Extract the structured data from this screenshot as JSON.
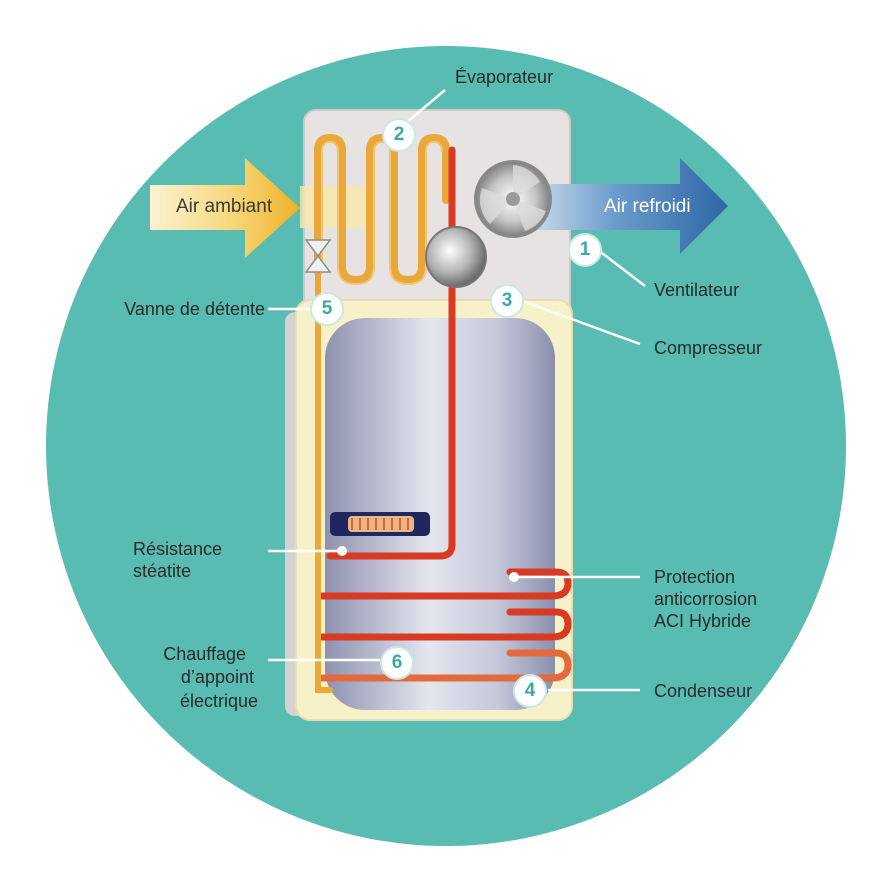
{
  "arrows": {
    "in_label": "Air ambiant",
    "out_label": "Air refroidi"
  },
  "badges": [
    "1",
    "2",
    "3",
    "4",
    "5",
    "6"
  ],
  "labels": {
    "evaporateur": "Évaporateur",
    "ventilateur": "Ventilateur",
    "vanne": "Vanne de détente",
    "compresseur": "Compresseur",
    "resistance_line1": "Résistance",
    "resistance_line2": "stéatite",
    "protection_line1": "Protection",
    "protection_line2": "anticorrosion",
    "protection_line3": "ACI Hybride",
    "chauffage_line1": "Chauffage",
    "chauffage_line2": "d’appoint",
    "chauffage_line3": "électrique",
    "condenseur": "Condenseur"
  },
  "colors": {
    "background_circle": "#58bcb3",
    "hot_pipe": "#d83a22",
    "warm_pipe": "#e8a83a",
    "tank": "#b9bdd2",
    "badge_text": "#3aaba0",
    "air_in": "#f5c34a",
    "air_out": "#3b78b8"
  }
}
